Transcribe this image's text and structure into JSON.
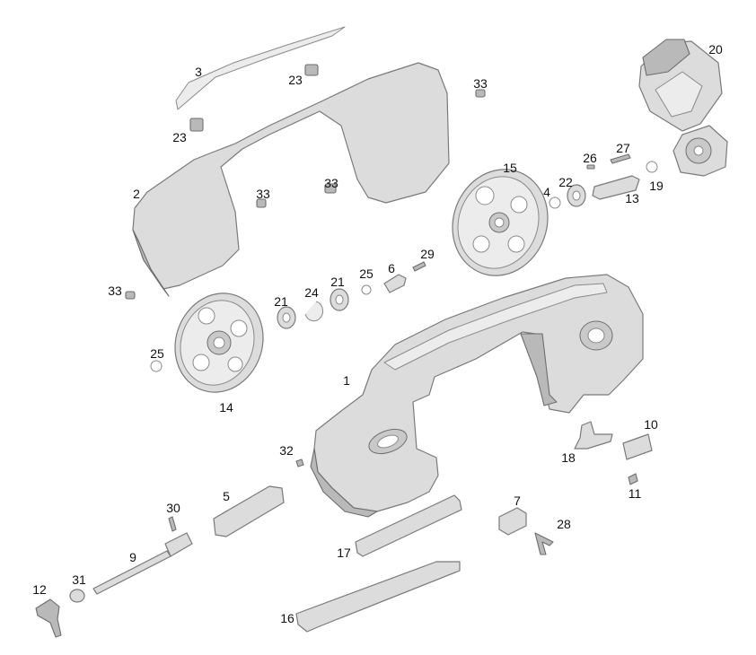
{
  "diagram": {
    "type": "exploded-parts-view",
    "labels": {
      "p1": "1",
      "p2": "2",
      "p3": "3",
      "p4": "4",
      "p5": "5",
      "p6": "6",
      "p7": "7",
      "p9": "9",
      "p10": "10",
      "p11": "11",
      "p12": "12",
      "p13": "13",
      "p14": "14",
      "p15": "15",
      "p16": "16",
      "p17": "17",
      "p18": "18",
      "p19": "19",
      "p20": "20",
      "p21a": "21",
      "p21b": "21",
      "p22": "22",
      "p23a": "23",
      "p23b": "23",
      "p24": "24",
      "p25a": "25",
      "p25b": "25",
      "p26": "26",
      "p27": "27",
      "p28": "28",
      "p29": "29",
      "p30": "30",
      "p31": "31",
      "p32": "32",
      "p33a": "33",
      "p33b": "33",
      "p33c": "33",
      "p33d": "33"
    },
    "colors": {
      "part_fill": "#dcdcdc",
      "part_edge": "#7a7a7a",
      "label": "#111111"
    }
  }
}
